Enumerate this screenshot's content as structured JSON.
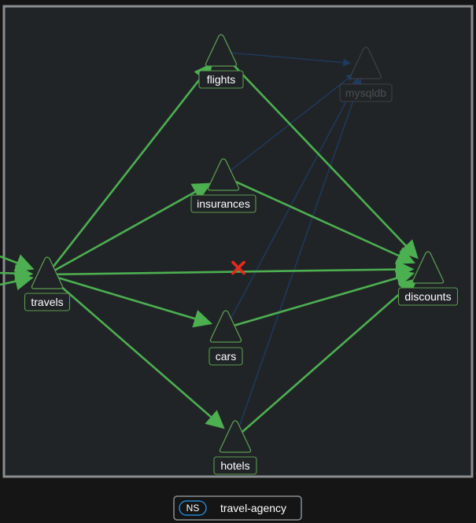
{
  "graph": {
    "nodes": [
      {
        "id": "flights",
        "label": "flights",
        "state": "active"
      },
      {
        "id": "mysqldb",
        "label": "mysqldb",
        "state": "faded"
      },
      {
        "id": "insurances",
        "label": "insurances",
        "state": "active"
      },
      {
        "id": "travels",
        "label": "travels",
        "state": "active"
      },
      {
        "id": "discounts",
        "label": "discounts",
        "state": "active"
      },
      {
        "id": "cars",
        "label": "cars",
        "state": "active"
      },
      {
        "id": "hotels",
        "label": "hotels",
        "state": "active"
      }
    ],
    "edges": [
      {
        "from": "travels",
        "to": "flights",
        "state": "active"
      },
      {
        "from": "travels",
        "to": "insurances",
        "state": "active"
      },
      {
        "from": "travels",
        "to": "discounts",
        "state": "active",
        "marker": "x"
      },
      {
        "from": "travels",
        "to": "cars",
        "state": "active"
      },
      {
        "from": "travels",
        "to": "hotels",
        "state": "active"
      },
      {
        "from": "flights",
        "to": "discounts",
        "state": "active"
      },
      {
        "from": "insurances",
        "to": "discounts",
        "state": "active"
      },
      {
        "from": "cars",
        "to": "discounts",
        "state": "active"
      },
      {
        "from": "hotels",
        "to": "discounts",
        "state": "active"
      },
      {
        "from": "flights",
        "to": "mysqldb",
        "state": "faded"
      },
      {
        "from": "insurances",
        "to": "mysqldb",
        "state": "faded"
      },
      {
        "from": "cars",
        "to": "mysqldb",
        "state": "faded"
      },
      {
        "from": "hotels",
        "to": "mysqldb",
        "state": "faded"
      }
    ],
    "incoming_edges_to": "travels",
    "incoming_edge_count": 3
  },
  "namespace": {
    "badge": "NS",
    "name": "travel-agency"
  },
  "colors": {
    "background": "#151515",
    "canvas": "#212427",
    "frame": "#8a8d90",
    "edge_active": "#4caf50",
    "edge_faded": "#1e3a5f",
    "node_fill": "#212427",
    "node_stroke_active": "#5a9a4e",
    "node_stroke_faded": "#3a3f44",
    "label_text_active": "#ffffff",
    "label_text_faded": "#4a4f54",
    "marker_x": "#e8291c",
    "badge_stroke": "#2b9af3"
  }
}
